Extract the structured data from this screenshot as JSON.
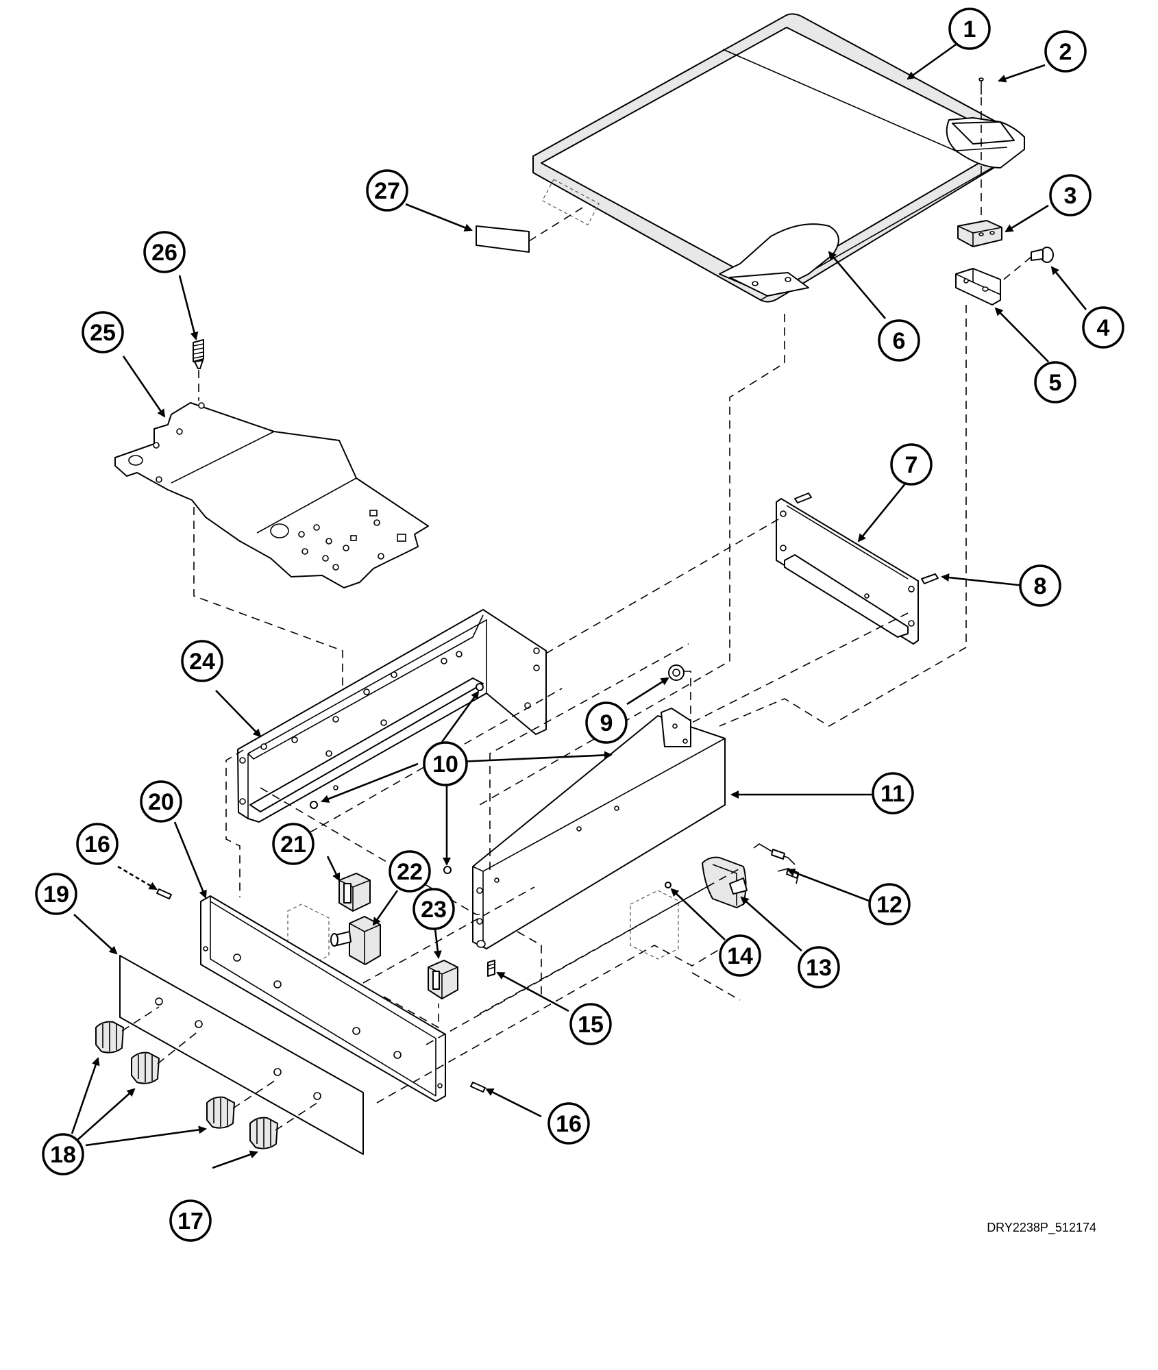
{
  "drawing_id": "DRY2238P_512174",
  "callouts": [
    {
      "id": "c1",
      "label": "1"
    },
    {
      "id": "c2",
      "label": "2"
    },
    {
      "id": "c3",
      "label": "3"
    },
    {
      "id": "c4",
      "label": "4"
    },
    {
      "id": "c5",
      "label": "5"
    },
    {
      "id": "c6",
      "label": "6"
    },
    {
      "id": "c7",
      "label": "7"
    },
    {
      "id": "c8",
      "label": "8"
    },
    {
      "id": "c9",
      "label": "9"
    },
    {
      "id": "c10",
      "label": "10"
    },
    {
      "id": "c11",
      "label": "11"
    },
    {
      "id": "c12",
      "label": "12"
    },
    {
      "id": "c13",
      "label": "13"
    },
    {
      "id": "c14",
      "label": "14"
    },
    {
      "id": "c15",
      "label": "15"
    },
    {
      "id": "c16a",
      "label": "16"
    },
    {
      "id": "c16b",
      "label": "16"
    },
    {
      "id": "c17",
      "label": "17"
    },
    {
      "id": "c18",
      "label": "18"
    },
    {
      "id": "c19",
      "label": "19"
    },
    {
      "id": "c20",
      "label": "20"
    },
    {
      "id": "c21",
      "label": "21"
    },
    {
      "id": "c22",
      "label": "22"
    },
    {
      "id": "c23",
      "label": "23"
    },
    {
      "id": "c24",
      "label": "24"
    },
    {
      "id": "c25",
      "label": "25"
    },
    {
      "id": "c26",
      "label": "26"
    },
    {
      "id": "c27",
      "label": "27"
    }
  ]
}
